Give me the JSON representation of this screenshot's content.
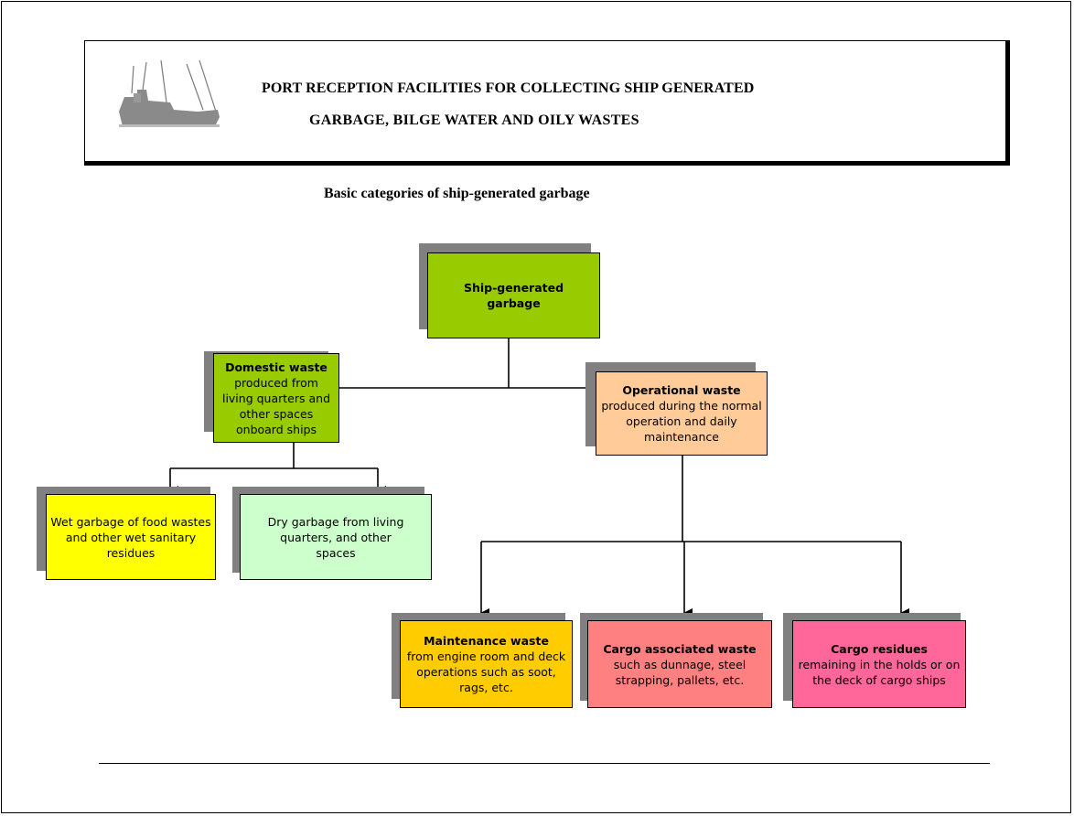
{
  "header": {
    "title_line1": "PORT RECEPTION FACILITIES FOR COLLECTING SHIP GENERATED",
    "title_line2": "GARBAGE, BILGE WATER AND OILY WASTES",
    "logo_icon": "ship-crane-icon"
  },
  "subtitle": "Basic categories of ship-generated garbage",
  "colors": {
    "ship_generated": "#99cc00",
    "domestic": "#99cc00",
    "operational": "#ffcc99",
    "wet": "#ffff00",
    "dry": "#ccffcc",
    "maintenance": "#ffcc00",
    "cargo_associated": "#ff8080",
    "cargo_residues": "#ff6699",
    "shadow": "#808080"
  },
  "nodes": {
    "ship_generated": {
      "bold": "Ship-generated garbage",
      "text": ""
    },
    "domestic": {
      "bold": "Domestic waste",
      "text": "produced from living quarters and other spaces onboard ships"
    },
    "operational": {
      "bold": "Operational waste",
      "text": "produced during the normal operation and daily maintenance"
    },
    "wet": {
      "bold": "",
      "text": "Wet garbage of food wastes and other wet sanitary residues"
    },
    "dry": {
      "bold": "",
      "text": "Dry garbage from living quarters, and other spaces"
    },
    "maintenance": {
      "bold": "Maintenance waste",
      "text": "from engine room and deck operations such as soot, rags, etc."
    },
    "cargo_associated": {
      "bold": "Cargo associated waste",
      "text": "such as dunnage, steel strapping, pallets, etc."
    },
    "cargo_residues": {
      "bold": "Cargo residues",
      "text": "remaining in the holds or on the deck of cargo ships"
    }
  }
}
